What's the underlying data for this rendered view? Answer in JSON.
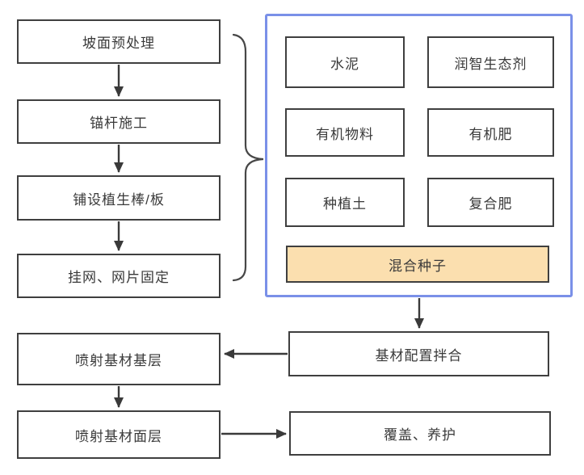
{
  "diagram": {
    "type": "flowchart",
    "left_flow": [
      {
        "label": "坡面预处理"
      },
      {
        "label": "锚杆施工"
      },
      {
        "label": "铺设植生棒/板"
      },
      {
        "label": "挂网、网片固定"
      }
    ],
    "materials_group": {
      "items": [
        {
          "label": "水泥"
        },
        {
          "label": "润智生态剂"
        },
        {
          "label": "有机物料"
        },
        {
          "label": "有机肥"
        },
        {
          "label": "种植土"
        },
        {
          "label": "复合肥"
        }
      ],
      "highlight_item": {
        "label": "混合种子"
      }
    },
    "bottom_flow": {
      "mixing": {
        "label": "基材配置拌合"
      },
      "spray_base": {
        "label": "喷射基材基层"
      },
      "spray_surface": {
        "label": "喷射基材面层"
      },
      "cover": {
        "label": "覆盖、养护"
      }
    },
    "connectors": [
      "坡面预处理 → 锚杆施工",
      "锚杆施工 → 铺设植生棒/板",
      "铺设植生棒/板 → 挂网、网片固定",
      "左列四步 } 材料组 (花括号)",
      "材料组 → 基材配置拌合",
      "基材配置拌合 → 喷射基材基层",
      "喷射基材基层 → 喷射基材面层",
      "喷射基材面层 → 覆盖、养护"
    ],
    "colors": {
      "node_border": "#3f3f3f",
      "node_text": "#3a3a3a",
      "group_border": "#7a90e8",
      "highlight_fill": "#fbdfaf",
      "arrow": "#3a3a3a",
      "background": "#ffffff"
    }
  }
}
